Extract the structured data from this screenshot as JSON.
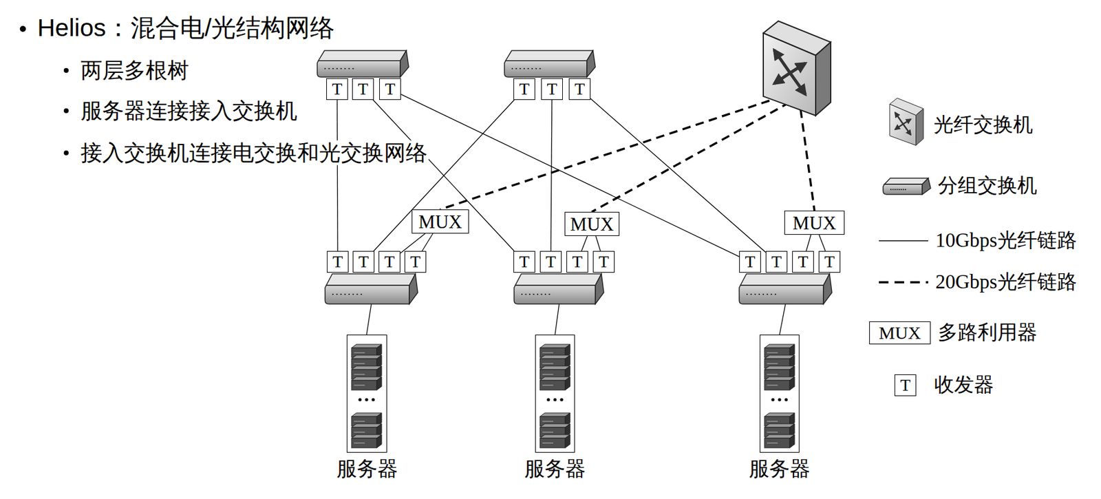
{
  "diagram": {
    "title": "Helios：混合电/光结构网络",
    "nodes": [
      {
        "text": [
          "T"
        ]
      },
      {
        "text": [
          "T"
        ]
      },
      {
        "text": [
          "T"
        ]
      },
      {
        "text": [
          "T"
        ]
      },
      {
        "text": [
          "T"
        ]
      },
      {
        "text": [
          "T"
        ]
      },
      {
        "text": [
          "MUX"
        ]
      },
      {
        "text": [
          "MUX"
        ]
      },
      {
        "text": [
          "MUX"
        ]
      },
      {
        "text": [
          "T"
        ]
      },
      {
        "text": [
          "T"
        ]
      },
      {
        "text": [
          "T"
        ]
      },
      {
        "text": [
          "T"
        ]
      },
      {
        "text": [
          "T"
        ]
      },
      {
        "text": [
          "T"
        ]
      },
      {
        "text": [
          "T"
        ]
      },
      {
        "text": [
          "T"
        ]
      },
      {
        "text": [
          "T"
        ]
      },
      {
        "text": [
          "T"
        ]
      },
      {
        "text": [
          "T"
        ]
      },
      {
        "text": [
          "T"
        ]
      },
      {
        "text": [
          "服务器"
        ]
      },
      {
        "text": [
          "服务器"
        ]
      },
      {
        "text": [
          "服务器"
        ]
      }
    ],
    "edges": [
      {
        "from": 0,
        "to": 9,
        "arrow": "none"
      },
      {
        "from": 1,
        "to": 13,
        "arrow": "none"
      },
      {
        "from": 2,
        "to": 17,
        "arrow": "none"
      },
      {
        "from": 3,
        "to": 10,
        "arrow": "none"
      },
      {
        "from": 4,
        "to": 14,
        "arrow": "none"
      },
      {
        "from": 5,
        "to": 18,
        "arrow": "none"
      },
      {
        "from": 6,
        "to": 11,
        "arrow": "none"
      },
      {
        "from": 6,
        "to": 12,
        "arrow": "none"
      },
      {
        "from": 7,
        "to": 15,
        "arrow": "none"
      },
      {
        "from": 7,
        "to": 16,
        "arrow": "none"
      },
      {
        "from": 8,
        "to": 19,
        "arrow": "none"
      },
      {
        "from": 8,
        "to": 20,
        "arrow": "none"
      }
    ],
    "labels": [
      "两层多根树",
      "服务器连接接入交换机",
      "接入交换机连接电交换和光交换网络",
      "MUX",
      "T"
    ],
    "legend": [
      {
        "text": "光纤交换机"
      },
      {
        "text": "分组交换机"
      },
      {
        "text": "10Gbps光纤链路"
      },
      {
        "text": "20Gbps光纤链路"
      },
      {
        "text": "多路利用器"
      },
      {
        "text": "收发器"
      }
    ]
  }
}
